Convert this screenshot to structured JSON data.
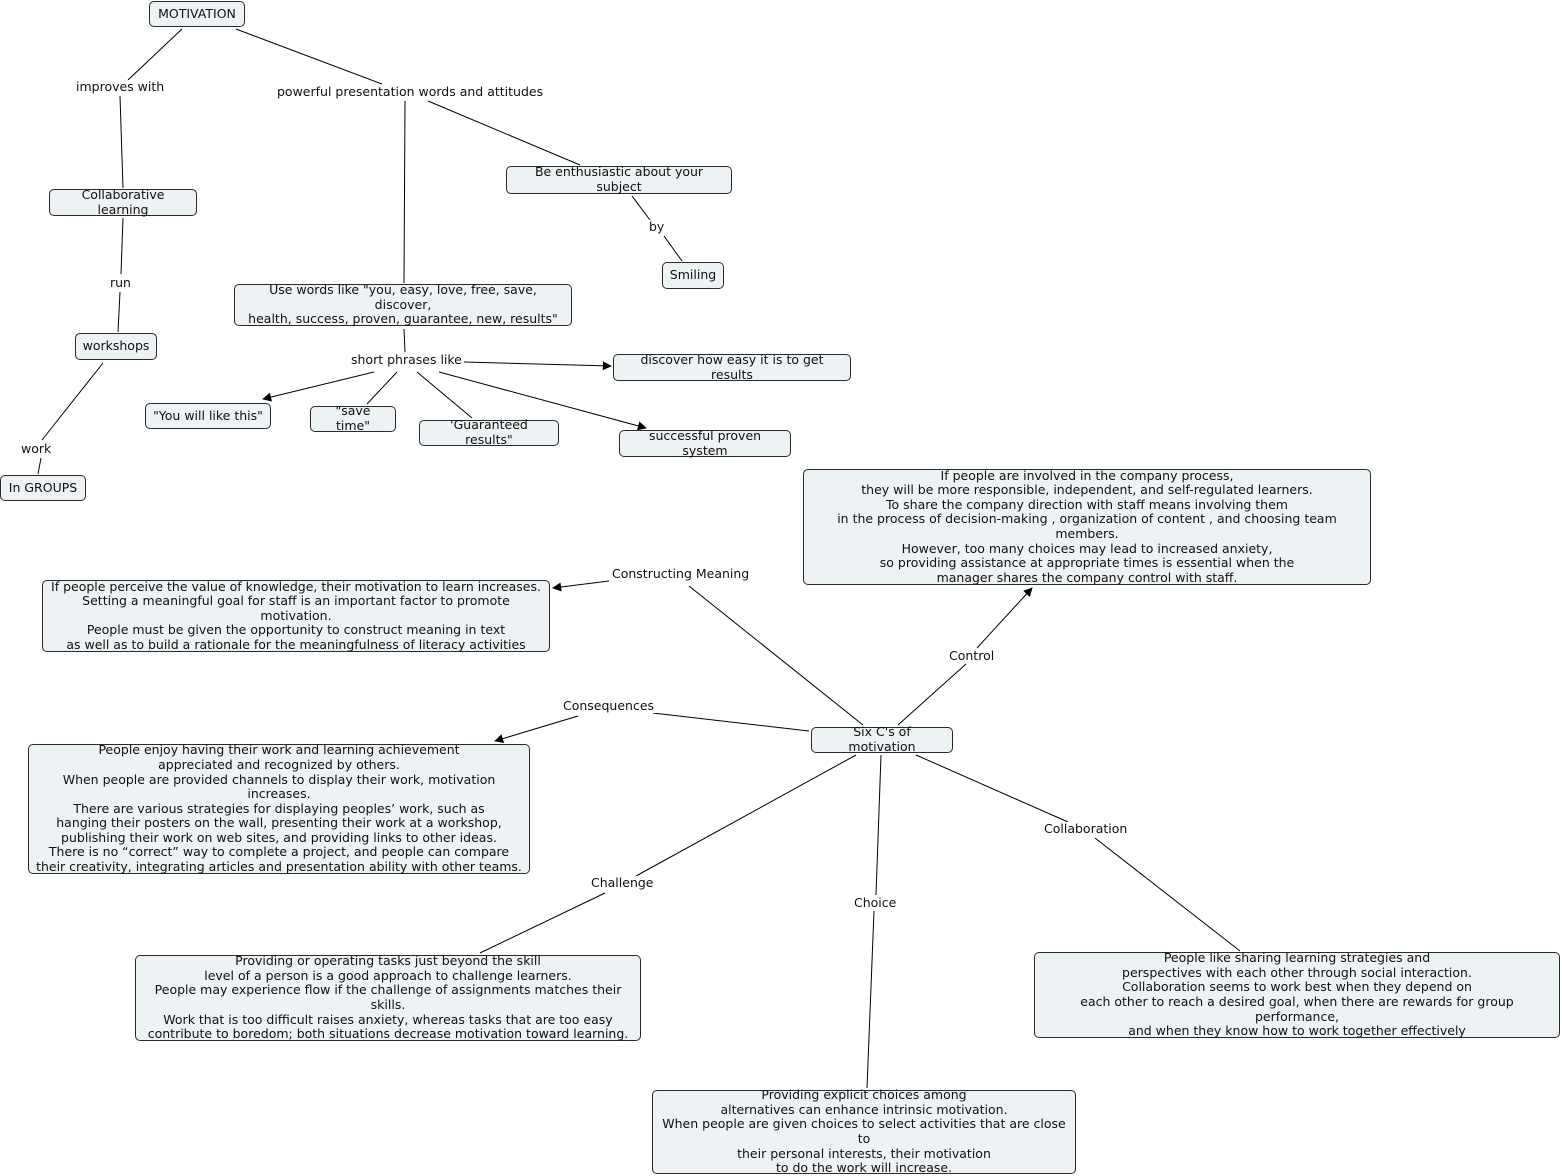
{
  "nodes": {
    "motivation": "MOTIVATION",
    "collaborative_learning": "Collaborative learning",
    "workshops": "workshops",
    "in_groups": "In GROUPS",
    "enthusiastic": "Be enthusiastic about your subject",
    "smiling": "Smiling",
    "use_words": "Use words like \"you, easy, love, free, save, discover,\nhealth, success, proven, guarantee, new, results\"",
    "discover_easy": "discover how easy it is to get results",
    "you_will_like": "\"You will like this\"",
    "save_time": "\"save time\"",
    "guaranteed": "'Guaranteed results\"",
    "successful": "successful proven system",
    "control_text": "If people are involved in the company process,\nthey will be more responsible, independent, and self-regulated learners.\nTo share the company direction with staff means involving them\nin the process of decision-making , organization of content , and choosing team members.\nHowever, too many choices may lead to increased anxiety,\nso providing assistance at appropriate times is essential when the\nmanager shares the company control with staff.",
    "meaning_text": "If people perceive the value of knowledge, their motivation to learn increases.\nSetting a meaningful goal for staff is an important factor to promote motivation.\nPeople must be given the opportunity to construct meaning in text\nas well as to build a rationale for the meaningfulness of literacy activities",
    "six_cs": "Six C's of motivation",
    "consequences_text": "People enjoy having their work and learning achievement\nappreciated and recognized by others.\nWhen people are provided channels to display their work, motivation increases.\nThere are various strategies for displaying peoples’ work, such as\nhanging their posters on the wall, presenting their work at a workshop,\npublishing their work on web sites, and providing links to other ideas.\nThere is no “correct” way to complete a project, and people can compare\ntheir creativity, integrating articles and presentation ability with other teams.",
    "challenge_text": "Providing or operating tasks just beyond the skill\nlevel of a person is a good approach to challenge learners.\nPeople may experience flow if the challenge of assignments matches their skills.\nWork that is too difficult raises anxiety, whereas tasks that are too easy\ncontribute to boredom; both situations decrease motivation toward learning.",
    "collaboration_text": "People like sharing learning strategies and\nperspectives with each other through social interaction.\nCollaboration seems to work best when they depend on\neach other to reach a desired goal, when there are rewards for group performance,\nand when they know how to work together effectively",
    "choice_text": "Providing explicit choices among\nalternatives can enhance intrinsic motivation.\nWhen people are given choices to select activities that are close to\ntheir personal interests, their motivation\nto do the work will increase."
  },
  "links": {
    "improves_with": "improves with",
    "powerful": "powerful presentation words and attitudes",
    "run": "run",
    "work": "work",
    "by": "by",
    "short_phrases": "short phrases like",
    "constructing_meaning": "Constructing Meaning",
    "control": "Control",
    "consequences": "Consequences",
    "collaboration": "Collaboration",
    "challenge": "Challenge",
    "choice": "Choice"
  },
  "colors": {
    "node_fill": "#edf2f5",
    "node_border": "#2a2a2a",
    "line": "#000000"
  }
}
